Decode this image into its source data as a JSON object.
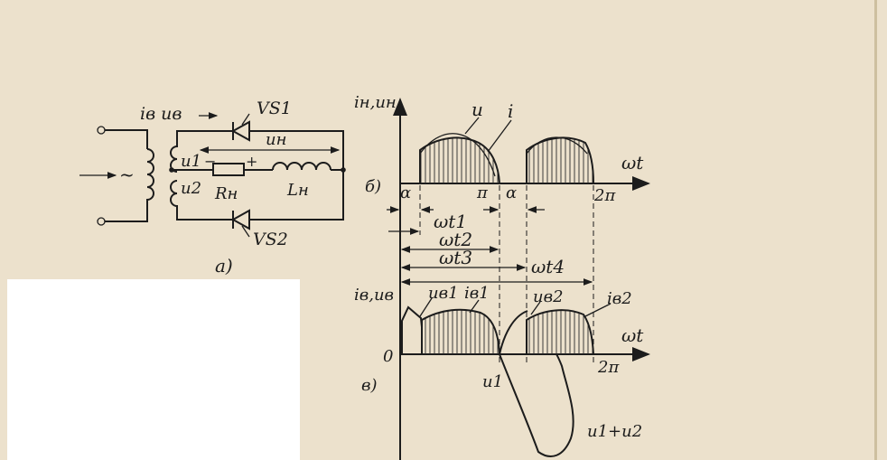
{
  "circuit": {
    "input_current_voltage": "iв uв",
    "thyristor_top": "VS1",
    "thyristor_bottom": "VS2",
    "winding_1": "u1",
    "winding_2": "u2",
    "load_voltage": "uн",
    "resistor": "Rн",
    "inductor": "Lн",
    "minus": "−",
    "plus": "+",
    "ac_source": "~",
    "caption": "а)"
  },
  "plot_b": {
    "y_axis_label": "iн,uн",
    "curve_u": "u",
    "curve_i": "i",
    "x_axis_label": "ωt",
    "tick_pi": "π",
    "tick_2pi": "2π",
    "caption": "б)",
    "alpha_left": "α",
    "alpha_right": "α"
  },
  "intervals": [
    "ωt1",
    "ωt2",
    "ωt3",
    "ωt4"
  ],
  "plot_v": {
    "y_axis_label": "iв,uв",
    "origin": "0",
    "label_uv1": "uв1",
    "label_iv1": "iв1",
    "label_uv2": "uв2",
    "label_iv2": "iв2",
    "x_axis_label": "ωt",
    "tick_2pi": "2π",
    "caption": "в)",
    "label_u1": "u1",
    "label_u1u2": "u1+u2"
  }
}
